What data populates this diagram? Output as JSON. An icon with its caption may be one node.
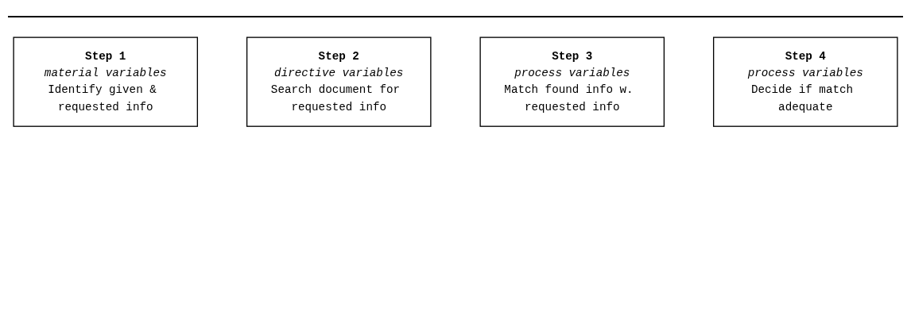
{
  "diagram": {
    "nodes": [
      {
        "text": [
          "Step 1",
          "material variables",
          "Identify given & requested info"
        ]
      },
      {
        "text": [
          "Step 2",
          "directive variables",
          "Search document for requested info"
        ]
      },
      {
        "text": [
          "Step 3",
          "process variables",
          "Match found info w. requested info"
        ]
      },
      {
        "text": [
          "Step 4",
          "process variables",
          "Decide if match adequate"
        ]
      }
    ]
  }
}
